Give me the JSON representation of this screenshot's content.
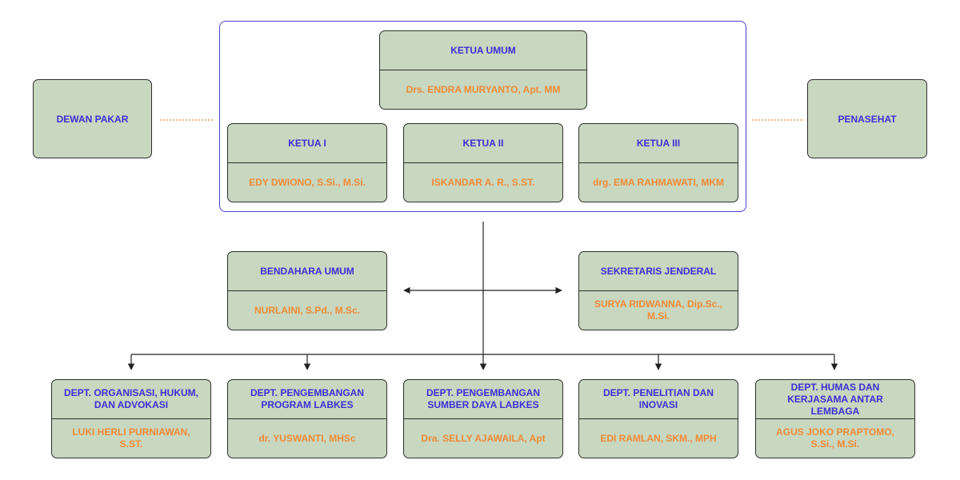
{
  "dewan_pakar": "DEWAN PAKAR",
  "penasehat": "PENASEHAT",
  "ketua_umum": {
    "role": "KETUA UMUM",
    "name": "Drs. ENDRA MURYANTO, Apt. MM"
  },
  "ketua": [
    {
      "role": "KETUA I",
      "name": "EDY DWIONO, S.Si., M.Si."
    },
    {
      "role": "KETUA II",
      "name": "ISKANDAR A. R., S.ST."
    },
    {
      "role": "KETUA III",
      "name": "drg. EMA RAHMAWATI, MKM"
    }
  ],
  "bendahara": {
    "role": "BENDAHARA UMUM",
    "name": "NURLAINI, S.Pd., M.Sc."
  },
  "sekretaris": {
    "role": "SEKRETARIS JENDERAL",
    "name": "SURYA RIDWANNA, Dip.Sc., M.Si."
  },
  "departments": [
    {
      "role": "DEPT. ORGANISASI, HUKUM, DAN ADVOKASI",
      "name": "LUKI HERLI PURNIAWAN, S.ST."
    },
    {
      "role": "DEPT. PENGEMBANGAN PROGRAM LABKES",
      "name": "dr. YUSWANTI, MHSc"
    },
    {
      "role": "DEPT. PENGEMBANGAN SUMBER DAYA LABKES",
      "name": "Dra. SELLY AJAWAILA, Apt"
    },
    {
      "role": "DEPT. PENELITIAN DAN INOVASI",
      "name": "EDI RAMLAN, SKM., MPH"
    },
    {
      "role": "DEPT. HUMAS DAN KERJASAMA ANTAR LEMBAGA",
      "name": "AGUS JOKO PRAPTOMO, S.Si., M.Si."
    }
  ],
  "colors": {
    "box_fill": "#c8d7bf",
    "role_text": "#3a2fd6",
    "name_text": "#f08a35",
    "frame": "#4b3fd0",
    "dotted_line": "#e8893a"
  }
}
